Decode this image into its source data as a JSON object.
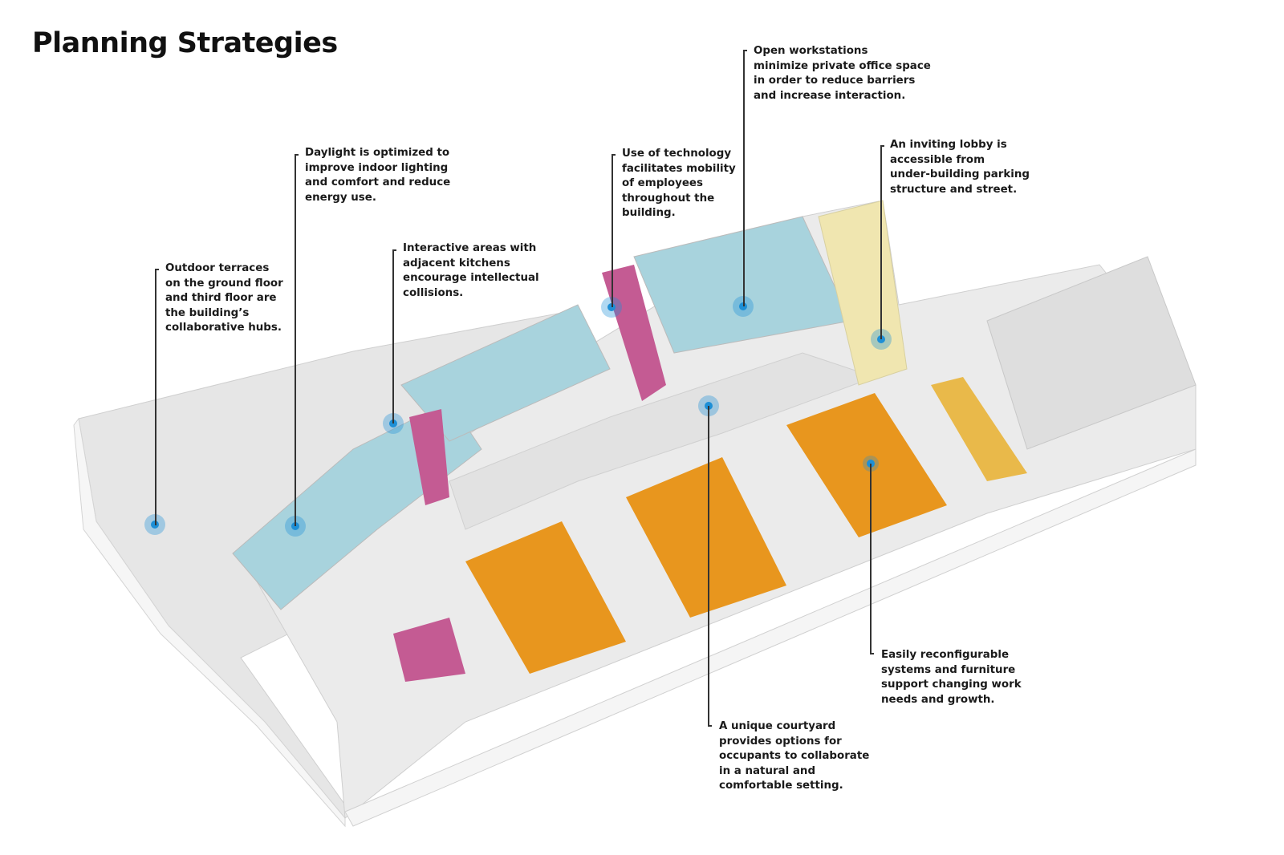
{
  "title": "Planning Strategies",
  "annotations": [
    {
      "id": "outdoor-terraces",
      "text": "Outdoor terraces\non the ground floor\nand third floor are\nthe building’s\ncollaborative hubs."
    },
    {
      "id": "daylight",
      "text": "Daylight is optimized to\nimprove indoor lighting\nand comfort and reduce\nenergy use."
    },
    {
      "id": "interactive-areas",
      "text": "Interactive areas with\nadjacent kitchens\nencourage intellectual\ncollisions."
    },
    {
      "id": "technology",
      "text": "Use of technology\nfacilitates mobility\nof employees\nthroughout the\nbuilding."
    },
    {
      "id": "open-workstations",
      "text": "Open workstations\nminimize private office space\nin order to reduce barriers\nand increase interaction."
    },
    {
      "id": "lobby",
      "text": "An inviting lobby is\naccessible from\nunder-building parking\nstructure and street."
    },
    {
      "id": "reconfigurable",
      "text": "Easily reconfigurable\nsystems and furniture\nsupport changing work\nneeds and growth."
    },
    {
      "id": "courtyard",
      "text": "A unique courtyard\nprovides options for\noccupants to collaborate\nin a natural and\ncomfortable setting."
    }
  ],
  "zone_colors": {
    "open_office": "#e8961e",
    "private_office": "#7cbfcf",
    "kitchen": "#c45b93",
    "lobby": "#f0e6b0",
    "marker": "#1e8fd6",
    "building": "#ececec"
  }
}
